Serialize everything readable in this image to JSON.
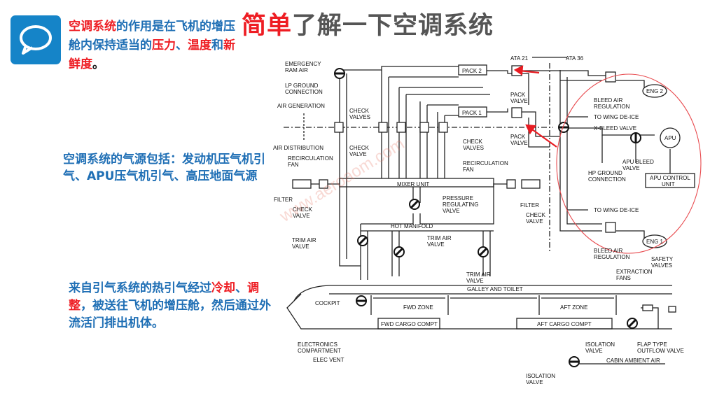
{
  "header": {
    "title_highlight": "简单",
    "title_rest": "了解一下空调系统"
  },
  "icon": {
    "name": "chat-bubble-icon",
    "color": "#1584c8"
  },
  "colors": {
    "accent_red": "#ee1d23",
    "text_blue": "#1f6fb5",
    "ellipse_red": "#e8494d"
  },
  "intro": {
    "t1": "空调系统",
    "t2": "的作用是在飞机的增压舱内保持适当的",
    "t3": "压力",
    "t4": "、",
    "t5": "温度",
    "t6": "和",
    "t7": "新鲜度",
    "t8": "。"
  },
  "sources": {
    "text": "空调系统的气源包括：发动机压气机引气、APU压气机引气、高压地面气源"
  },
  "flow": {
    "t1": "来自引气系统的热引气经过",
    "t2": "冷却",
    "t3": "、",
    "t4": "调整",
    "t5": "，被送往飞机的增压舱，然后通过外流活门排出机体。"
  },
  "watermark": "www.aeroaom.com",
  "diagram": {
    "labels": {
      "emergency_ram_air": [
        "EMERGENCY",
        "RAM AIR"
      ],
      "lp_ground": [
        "LP GROUND",
        "CONNECTION"
      ],
      "air_generation": "AIR GENERATION",
      "air_distribution": "AIR DISTRIBUTION",
      "recirc_fan_left": [
        "RECIRCULATION",
        "FAN"
      ],
      "filter_left": "FILTER",
      "check_valve_left": [
        "CHECK",
        "VALVE"
      ],
      "check_valves_top": [
        "CHECK",
        "VALVES"
      ],
      "check_valve_mid": [
        "CHECK",
        "VALVE"
      ],
      "check_valves_right": [
        "CHECK",
        "VALVES"
      ],
      "pack2": "PACK 2",
      "pack1": "PACK 1",
      "pack_valve_top": [
        "PACK",
        "VALVE"
      ],
      "pack_valve_bottom": [
        "PACK",
        "VALVE"
      ],
      "ata21": "ATA 21",
      "ata36": "ATA 36",
      "recirc_fan_right": [
        "RECIRCULATION",
        "FAN"
      ],
      "filter_right": "FILTER",
      "check_valve_right": [
        "CHECK",
        "VALVE"
      ],
      "mixer_unit": "MIXER UNIT",
      "prv": [
        "PRESSURE",
        "REGULATING",
        "VALVE"
      ],
      "hot_manifold": "HOT MANIFOLD",
      "trim_air_left": [
        "TRIM AIR",
        "VALVE"
      ],
      "trim_air_mid": [
        "TRIM AIR",
        "VALVE"
      ],
      "trim_air_bottom": [
        "TRIM AIR",
        "VALVE"
      ],
      "galley_toilet": "GALLEY AND TOILET",
      "cockpit": "COCKPIT",
      "fwd_zone": "FWD ZONE",
      "aft_zone": "AFT ZONE",
      "fwd_cargo": "FWD CARGO COMPT",
      "aft_cargo": "AFT CARGO COMPT",
      "electronics": [
        "ELECTRONICS",
        "COMPARTMENT"
      ],
      "elec_vent": "ELEC VENT",
      "isolation_valve_right": [
        "ISOLATION",
        "VALVE"
      ],
      "isolation_valve_bottom": [
        "ISOLATION",
        "VALVE"
      ],
      "cabin_ambient_air": "CABIN AMBIENT AIR",
      "flap_type": [
        "FLAP TYPE",
        "OUTFLOW VALVE"
      ],
      "extraction_fans": [
        "EXTRACTION",
        "FANS"
      ],
      "safety_valves": [
        "SAFETY",
        "VALVES"
      ],
      "bleed_reg_top": [
        "BLEED AIR",
        "REGULATION"
      ],
      "bleed_reg_bottom": [
        "BLEED AIR",
        "REGULATION"
      ],
      "eng2": "ENG 2",
      "eng1": "ENG 1",
      "wing_deice_top": "TO WING DE-ICE",
      "wing_deice_bottom": "TO WING DE-ICE",
      "xbleed": "X-BLEED VALVE",
      "apu": "APU",
      "apu_bleed": [
        "APU BLEED",
        "VALVE"
      ],
      "hp_ground": [
        "HP GROUND",
        "CONNECTION"
      ],
      "apu_control": [
        "APU CONTROL",
        "UNIT"
      ]
    }
  }
}
